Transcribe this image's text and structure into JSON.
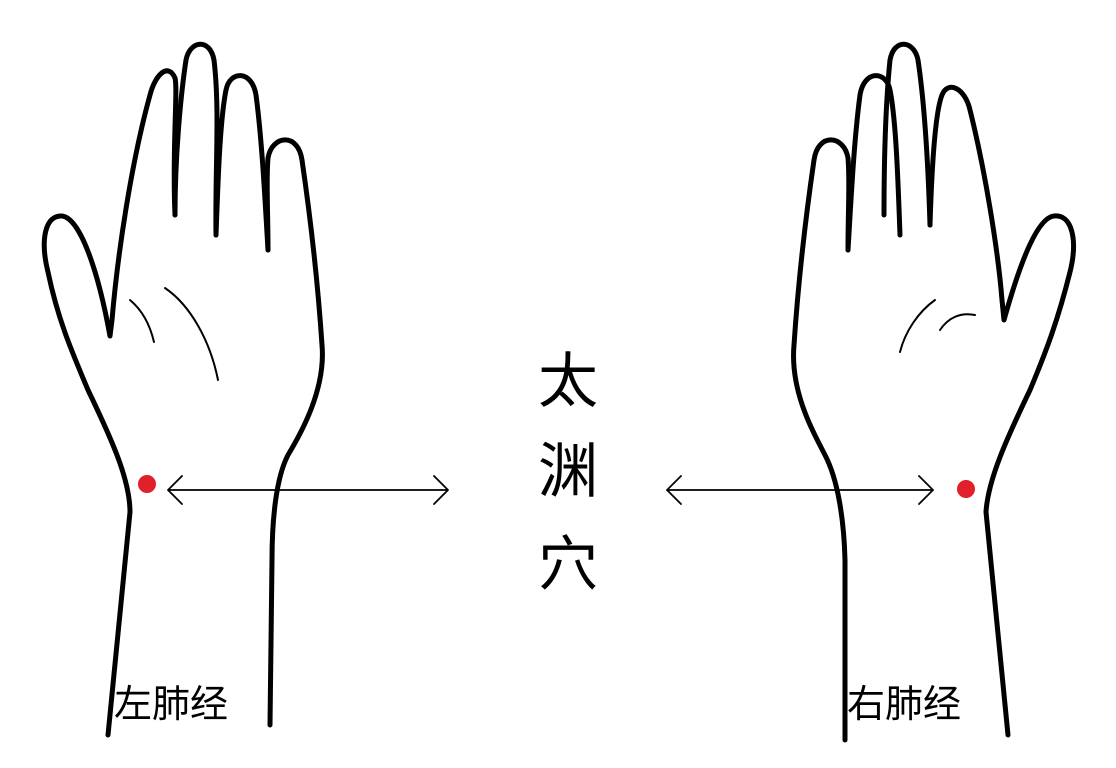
{
  "title_chars": [
    "太",
    "渊",
    "穴"
  ],
  "left_hand": {
    "label": "左肺经"
  },
  "right_hand": {
    "label": "右肺经"
  },
  "colors": {
    "acupoint": "#e0202a",
    "outline": "#000000",
    "background": "#ffffff"
  }
}
